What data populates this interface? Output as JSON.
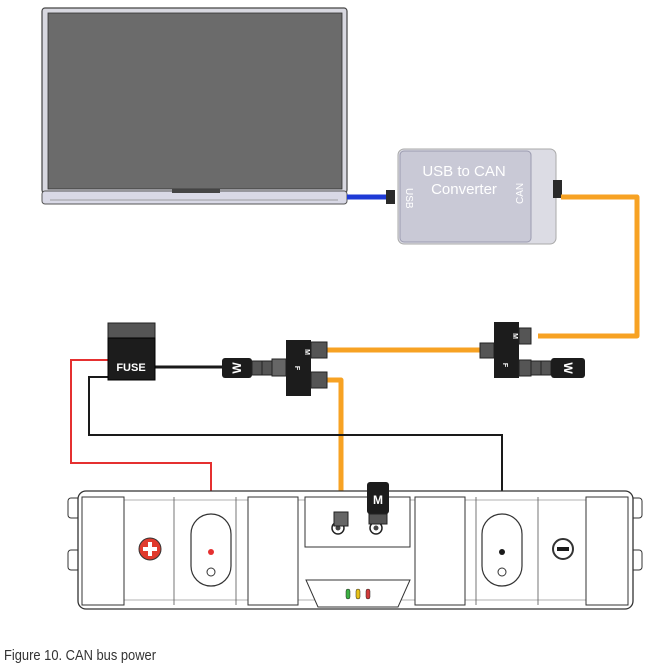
{
  "converter": {
    "title_line1": "USB to CAN",
    "title_line2": "Converter",
    "usb_label": "USB",
    "can_label": "CAN"
  },
  "fuse": {
    "label": "FUSE"
  },
  "tee_left": {
    "port_m": "M",
    "port_f": "F"
  },
  "tee_right": {
    "port_m": "M",
    "port_f": "F"
  },
  "terminators": {
    "left": "W",
    "right": "W",
    "battery": "M"
  },
  "battery": {
    "positive_icon": "plus-icon",
    "negative_icon": "minus-icon",
    "led_colors": [
      "#3cb043",
      "#e8c21a",
      "#d13b3b"
    ]
  },
  "colors": {
    "can_cable": "#f7a223",
    "power_positive": "#e53030",
    "power_negative": "#1a1a1a",
    "usb_cable": "#1e3ad6"
  },
  "caption": "Figure 10. CAN bus power"
}
